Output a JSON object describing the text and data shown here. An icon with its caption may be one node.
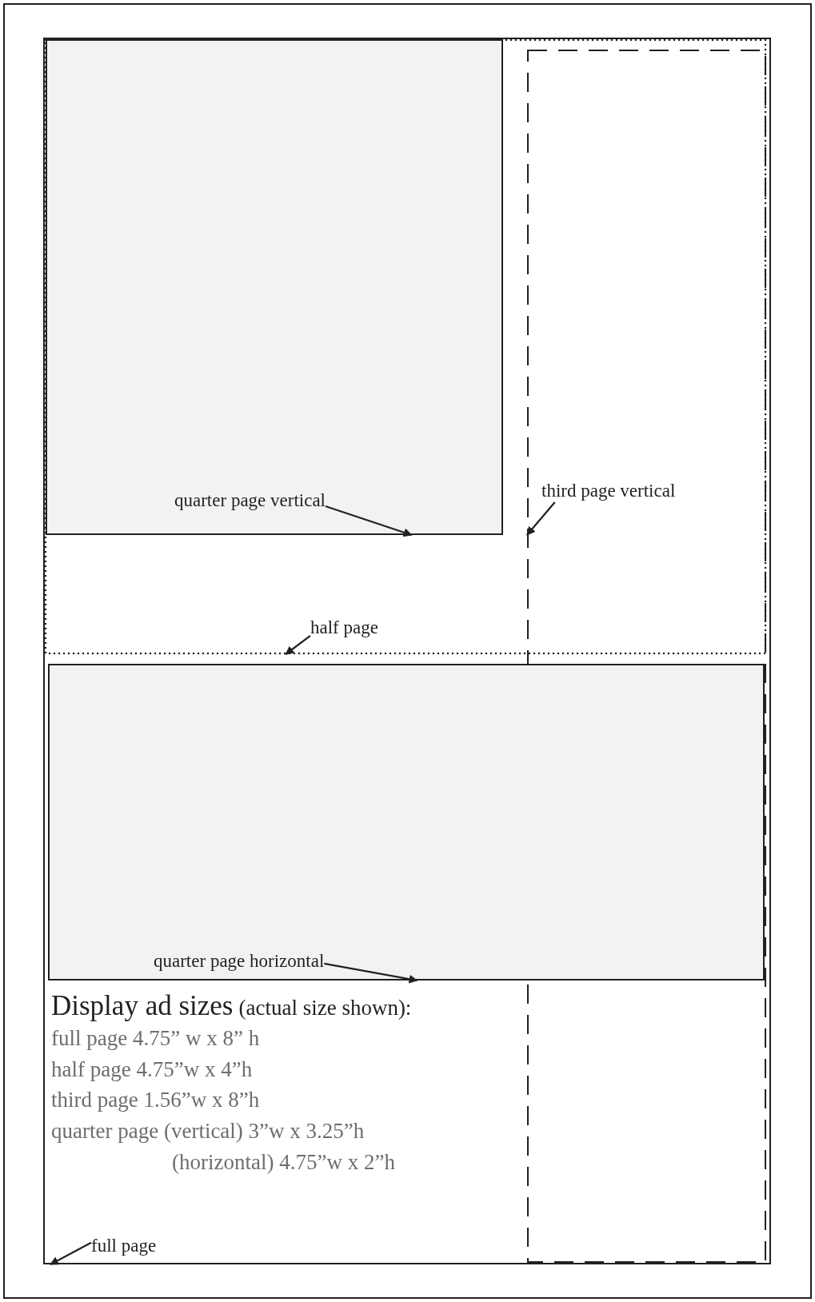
{
  "diagram": {
    "nodes": [
      {
        "text": [],
        "shape": "box"
      },
      {
        "text": [],
        "shape": "box",
        "in": 0
      },
      {
        "text": [],
        "shape": "box",
        "in": 1
      },
      {
        "text": [],
        "shape": "box",
        "in": 0
      },
      {
        "text": [],
        "shape": "box",
        "in": 0
      },
      {
        "text": [
          "quarter page vertical"
        ],
        "in": 2
      },
      {
        "text": [
          "third page vertical"
        ]
      },
      {
        "text": [
          "half page"
        ],
        "in": 1
      },
      {
        "text": [
          "quarter page horizontal"
        ],
        "in": 4
      },
      {
        "text": [
          "full page"
        ],
        "in": 0
      }
    ],
    "edges": [
      {
        "from": 5,
        "to": 2,
        "arrow": "to"
      },
      {
        "from": 6,
        "to": 3,
        "arrow": "to"
      },
      {
        "from": 7,
        "to": 1,
        "arrow": "to"
      },
      {
        "from": 8,
        "to": 4,
        "arrow": "to"
      },
      {
        "from": 9,
        "to": 0,
        "arrow": "to"
      }
    ],
    "labels": [
      "Display ad sizes",
      "(actual size shown):",
      "full page 4.75” w x 8” h",
      "half page 4.75”w x 4”h",
      "third page 1.56”w x 8”h",
      "quarter page (vertical) 3”w x 3.25”h",
      "(horizontal) 4.75”w x 2”h"
    ]
  }
}
